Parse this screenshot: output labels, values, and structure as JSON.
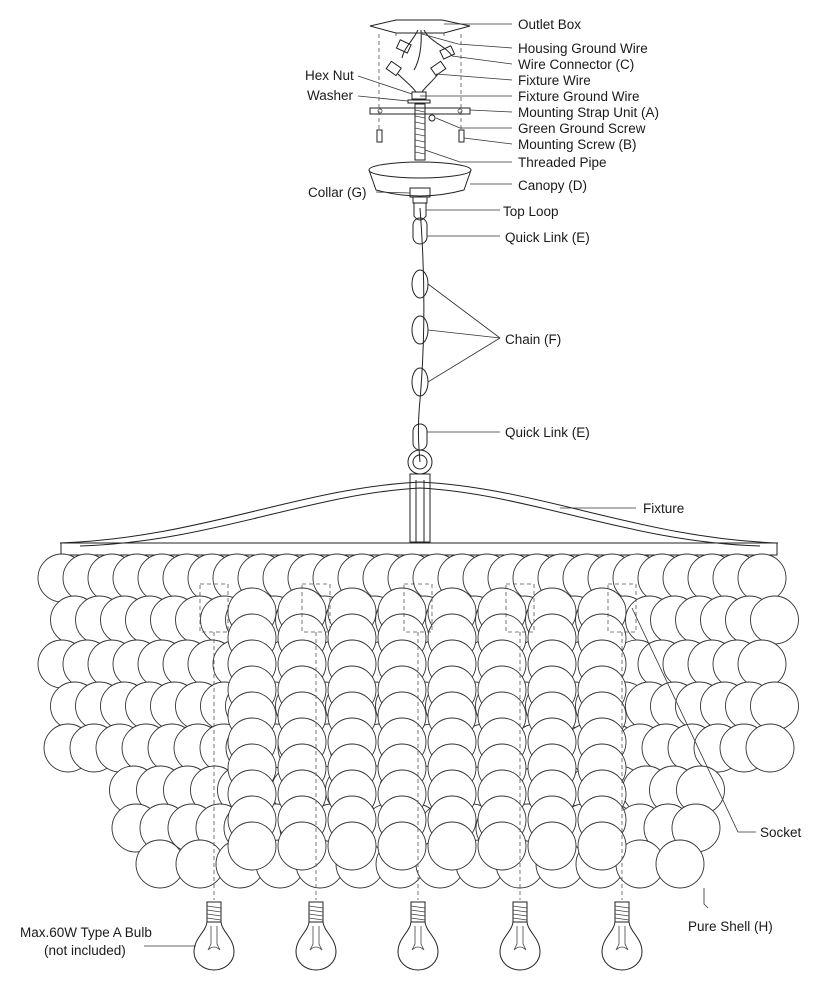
{
  "labels": {
    "outlet_box": "Outlet Box",
    "housing_ground_wire": "Housing Ground Wire",
    "wire_connector": "Wire Connector (C)",
    "fixture_wire": "Fixture Wire",
    "fixture_ground_wire": "Fixture Ground Wire",
    "mounting_strap": "Mounting Strap Unit (A)",
    "green_ground_screw": "Green Ground Screw",
    "mounting_screw": "Mounting Screw (B)",
    "threaded_pipe": "Threaded Pipe",
    "canopy": "Canopy (D)",
    "hex_nut": "Hex Nut",
    "washer": "Washer",
    "collar": "Collar (G)",
    "top_loop": "Top Loop",
    "quick_link_top": "Quick Link (E)",
    "chain": "Chain (F)",
    "quick_link_bottom": "Quick Link (E)",
    "fixture": "Fixture",
    "socket": "Socket",
    "pure_shell": "Pure Shell (H)",
    "bulb_line1": "Max.60W Type A Bulb",
    "bulb_line2": "(not included)"
  },
  "colors": {
    "line": "#222222",
    "background": "#ffffff"
  }
}
